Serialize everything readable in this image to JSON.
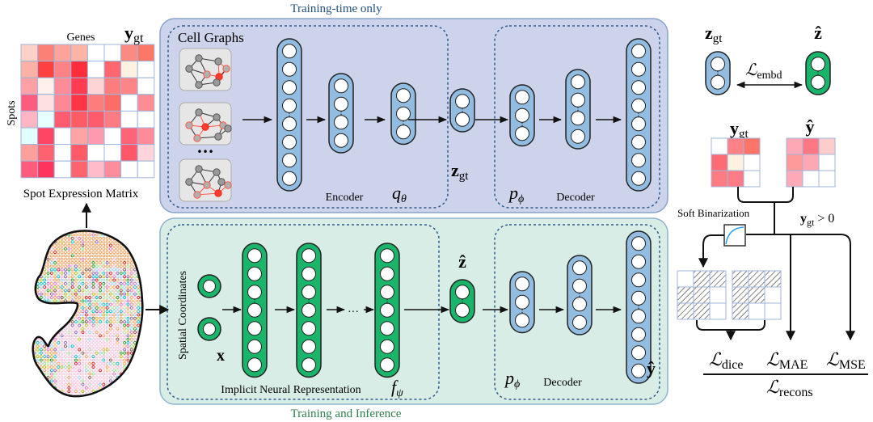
{
  "title_top": "Training-time only",
  "title_bottom": "Training and Inference",
  "colors": {
    "top_panel_bg": "#cdd3eb",
    "top_panel_border": "#8aa3cc",
    "bottom_panel_bg": "#d8ede6",
    "bottom_panel_border": "#8fb3cf",
    "dashed": "#2f5a8a",
    "blue_layer": "#92bde0",
    "green_layer": "#1ab56a",
    "title_top_color": "#1f4e79",
    "title_bottom_color": "#2e7d4f",
    "active_node": "#ff3b2f",
    "graph_node": "#9a9a9a"
  },
  "matrix": {
    "genes_label": "Genes",
    "spots_label": "Spots",
    "y_label": "y",
    "y_sub": "gt",
    "caption": "Spot Expression Matrix",
    "cells": [
      [
        "#fdd0c8",
        "#fb8075",
        "#fca39b",
        "#fdb4a8",
        "#ffffff",
        "#ffffff",
        "#fb8a82",
        "#fa7868"
      ],
      [
        "#fdb0a6",
        "#ff4040",
        "#fc8285",
        "#ff2c3c",
        "#ffffff",
        "#fe6670",
        "#fff2e2",
        "#ffffff"
      ],
      [
        "#fea0a6",
        "#fff0ec",
        "#fd8c98",
        "#ff3c54",
        "#fed4d4",
        "#fd7c7e",
        "#fd8588",
        "#ffffff"
      ],
      [
        "#fe5c7c",
        "#ffe0e0",
        "#fe8894",
        "#ff3444",
        "#fd7c7c",
        "#fe6c68",
        "#ffffff",
        "#fd8c94"
      ],
      [
        "#ffb6c4",
        "#e8ffff",
        "#fe5c70",
        "#fe5c64",
        "#fe5c6c",
        "#fd7c84",
        "#ffffff",
        "#ffffff"
      ],
      [
        "#e2ffff",
        "#ff4464",
        "#ffffff",
        "#fda4a4",
        "#fd9ab0",
        "#ffffff",
        "#fe6478",
        "#fd8c98"
      ],
      [
        "#fda09c",
        "#fe6270",
        "#ffffff",
        "#fe5a68",
        "#ffffff",
        "#ffffff",
        "#fe5868",
        "#ffd4da"
      ],
      [
        "#fe5c7c",
        "#ff345c",
        "#ffffff",
        "#fe6470",
        "#ffbcc8",
        "#fd8c9c",
        "#ffffff",
        "#ffffff"
      ]
    ]
  },
  "encoder": {
    "section_label": "Cell Graphs",
    "ellipsis": "•••",
    "label": "Encoder",
    "q_symbol": "q",
    "q_sub": "θ"
  },
  "latent_top": {
    "label": "z",
    "sub": "gt"
  },
  "decoder_top": {
    "p_symbol": "p",
    "p_sub": "ϕ",
    "label": "Decoder"
  },
  "inr": {
    "input_label": "Spatial Coordinates",
    "x_label": "x",
    "label": "Implicit Neural Representation",
    "f_symbol": "f",
    "f_sub": "ψ",
    "ellipsis": "···"
  },
  "latent_bottom": {
    "label": "ẑ"
  },
  "decoder_bottom": {
    "p_symbol": "p",
    "p_sub": "ϕ",
    "label": "Decoder",
    "output_label": "ŷ"
  },
  "right": {
    "zgt_label": "z",
    "zgt_sub": "gt",
    "zhat_label": "ẑ",
    "embd_loss": "ℒ",
    "embd_sub": "embd",
    "ygt_label": "y",
    "ygt_sub": "gt",
    "yhat_label": "ŷ",
    "ygt_cells": [
      [
        "#ffffff",
        "#fd8288",
        "#fd7468"
      ],
      [
        "#fd6c74",
        "#fff2e0",
        "#ffffff"
      ],
      [
        "#fd7c84",
        "#fd7c88",
        "#ffffff"
      ]
    ],
    "yhat_cells": [
      [
        "#fda8b4",
        "#fd7884",
        "#fdcccc"
      ],
      [
        "#fd9a9a",
        "#fda8b4",
        "#ffffff"
      ],
      [
        "#fdaab8",
        "#ffffff",
        "#ffffff"
      ]
    ],
    "soft_binarization": "Soft Binarization",
    "mask_label_y": "y",
    "mask_label_sub": "gt",
    "mask_label_rest": " > 0",
    "hatch_left": [
      [
        0,
        1,
        1
      ],
      [
        1,
        1,
        0
      ],
      [
        1,
        1,
        0
      ]
    ],
    "hatch_right": [
      [
        1,
        1,
        1
      ],
      [
        1,
        1,
        0
      ],
      [
        1,
        0,
        0
      ]
    ],
    "loss_dice": "dice",
    "loss_mae": "MAE",
    "loss_mse": "MSE",
    "loss_recons": "recons",
    "loss_symbol": "ℒ"
  }
}
